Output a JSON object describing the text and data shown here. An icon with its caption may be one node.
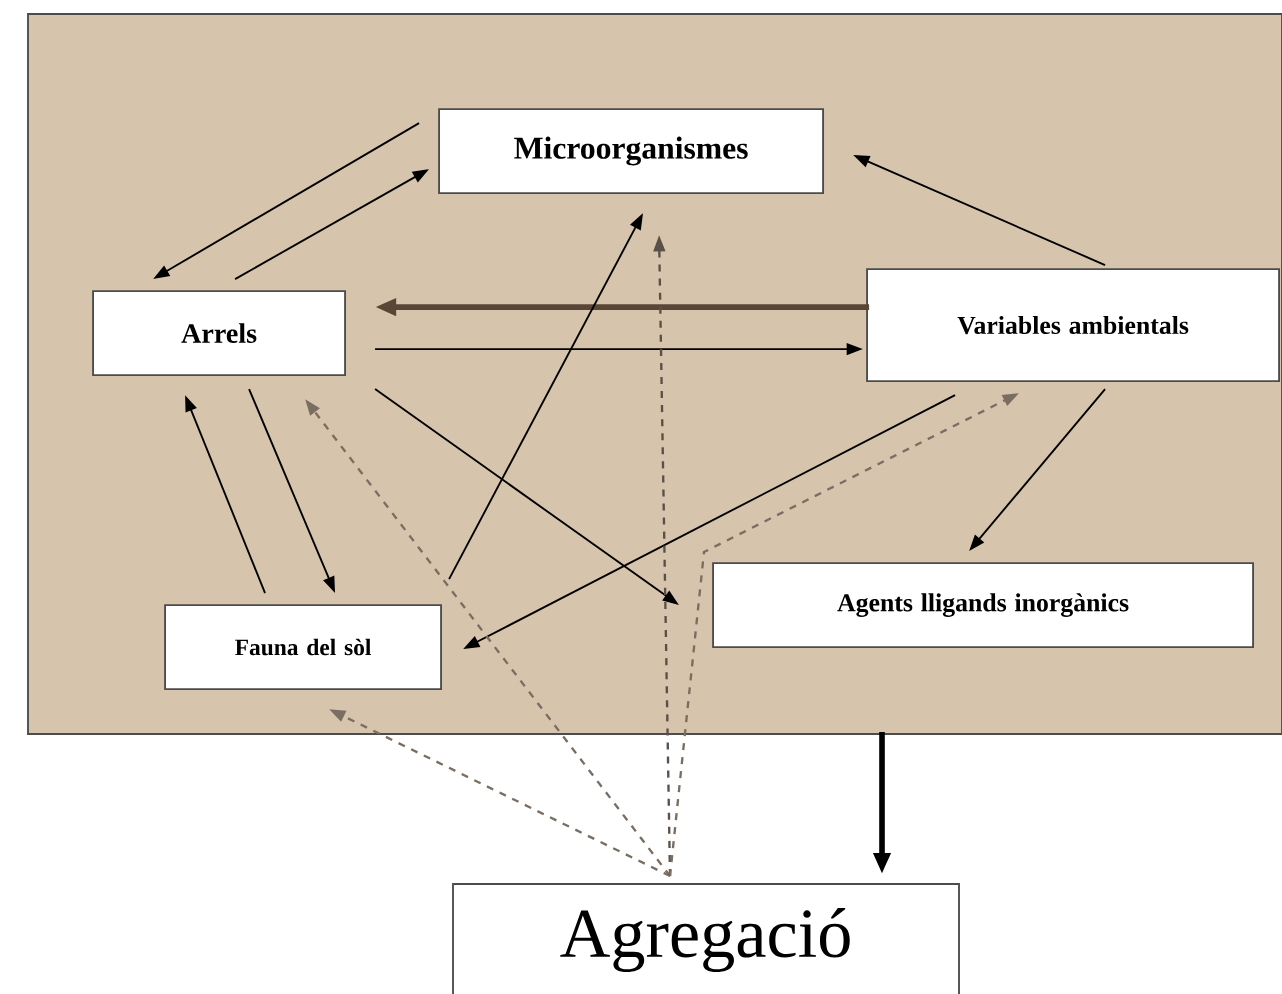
{
  "diagram": {
    "nodes": [
      {
        "text": [],
        "shape": "box"
      },
      {
        "text": [
          "Microorganismes"
        ],
        "in": 0
      },
      {
        "text": [
          "Arrels"
        ],
        "in": 0
      },
      {
        "text": [
          "Variables ambientals"
        ],
        "in": 0
      },
      {
        "text": [
          "Fauna del sòl"
        ],
        "in": 0
      },
      {
        "text": [
          "Agents lligands inorgànics"
        ],
        "in": 0
      },
      {
        "text": [
          "Agregació"
        ]
      }
    ],
    "edges": [
      {
        "from": 1,
        "to": 2,
        "arrow": "to"
      },
      {
        "from": 2,
        "to": 1,
        "arrow": "to"
      },
      {
        "from": 3,
        "to": 1,
        "arrow": "to"
      },
      {
        "from": 3,
        "to": 2,
        "arrow": "to",
        "style": "thick",
        "color": "#5a4636"
      },
      {
        "from": 2,
        "to": 3,
        "arrow": "to"
      },
      {
        "from": 4,
        "to": 2,
        "arrow": "to"
      },
      {
        "from": 2,
        "to": 4,
        "arrow": "to"
      },
      {
        "from": 4,
        "to": 1,
        "arrow": "to"
      },
      {
        "from": 2,
        "to": 5,
        "arrow": "to"
      },
      {
        "from": 3,
        "to": 4,
        "arrow": "to"
      },
      {
        "from": 3,
        "to": 5,
        "arrow": "to"
      },
      {
        "from": 0,
        "to": 6,
        "arrow": "to",
        "style": "thick"
      },
      {
        "from": 6,
        "to": 4,
        "arrow": "to",
        "style": "dashed",
        "color": "#7a6e62"
      },
      {
        "from": 6,
        "to": 2,
        "arrow": "to",
        "style": "dashed",
        "color": "#7a6e62"
      },
      {
        "from": 6,
        "to": 1,
        "arrow": "to",
        "style": "dashed",
        "color": "#5a5048"
      },
      {
        "from": 6,
        "to": 3,
        "arrow": "to",
        "style": "dashed",
        "color": "#7a6e62"
      }
    ]
  }
}
